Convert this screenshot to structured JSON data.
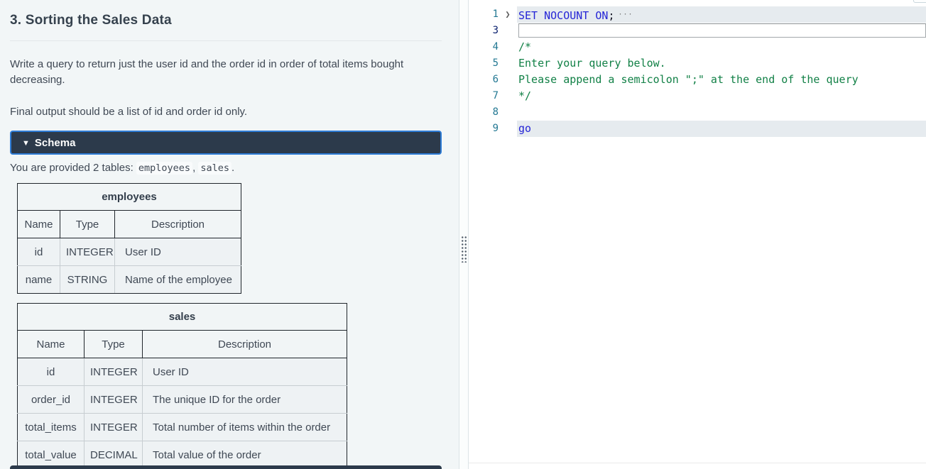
{
  "left_panel": {
    "title": "3. Sorting the Sales Data",
    "paragraphs": {
      "p1": "Write a query to return just the user id and the order id in order of total items bought decreasing.",
      "p2": "Final output should be a list of id and order id only."
    },
    "schema_toggle": {
      "icon": "▼",
      "label": "Schema"
    },
    "tables_intro": {
      "prefix": "You are provided 2 tables: ",
      "table_1": "employees",
      "separator": ", ",
      "table_2": "sales",
      "suffix": "."
    },
    "schema_tables": [
      {
        "caption": "employees",
        "headers": [
          "Name",
          "Type",
          "Description"
        ],
        "rows": [
          [
            "id",
            "INTEGER",
            "User ID"
          ],
          [
            "name",
            "STRING",
            "Name of the employee"
          ]
        ]
      },
      {
        "caption": "sales",
        "headers": [
          "Name",
          "Type",
          "Description"
        ],
        "rows": [
          [
            "id",
            "INTEGER",
            "User ID"
          ],
          [
            "order_id",
            "INTEGER",
            "The unique ID for the order"
          ],
          [
            "total_items",
            "INTEGER",
            "Total number of items within the order"
          ],
          [
            "total_value",
            "DECIMAL",
            "Total value of the order"
          ]
        ]
      }
    ]
  },
  "editor": {
    "line1": {
      "number": "1",
      "fold_marker": "❯",
      "keyword": "SET NOCOUNT ON",
      "punctuation": ";",
      "fold_ellipsis": "···"
    },
    "line3": {
      "number": "3",
      "input_value": ""
    },
    "line4": {
      "number": "4",
      "comment": "/*"
    },
    "line5": {
      "number": "5",
      "comment": "Enter your query below."
    },
    "line6": {
      "number": "6",
      "comment": "Please append a semicolon \";\" at the end of the query"
    },
    "line7": {
      "number": "7",
      "comment": "*/"
    },
    "line8": {
      "number": "8"
    },
    "line9": {
      "number": "9",
      "keyword": "go"
    }
  },
  "colors": {
    "left_panel_bg": "#f2f6f7",
    "schema_header_bg": "#2c3a4b",
    "schema_focus_ring": "#2e7cd6",
    "editor_keyword": "#2525d6",
    "editor_comment": "#118046",
    "editor_line_number": "#237893",
    "editor_active_line_number": "#0b216f",
    "editor_line_highlight": "#e6ebef",
    "table_outer_border": "#20262c"
  }
}
